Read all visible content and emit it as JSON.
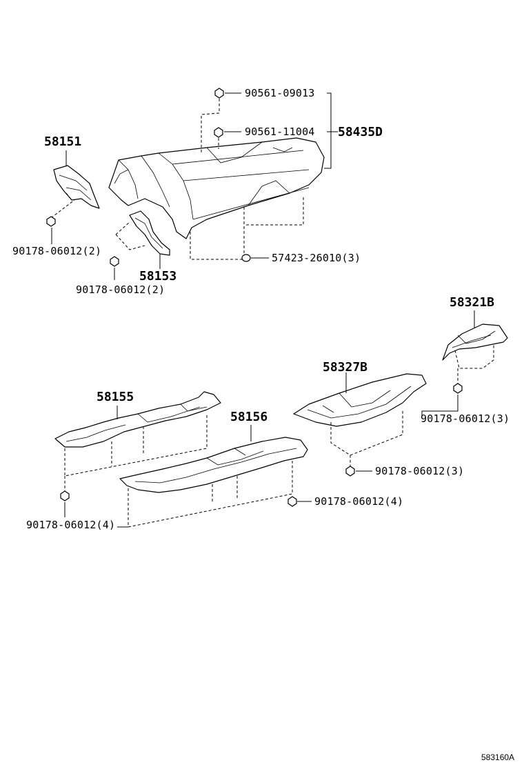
{
  "labels": {
    "p90561_09013": "90561-09013",
    "p90561_11004": "90561-11004",
    "p58435D": "58435D",
    "p58151": "58151",
    "p90178_06012_2a": "90178-06012(2)",
    "p58153": "58153",
    "p90178_06012_2b": "90178-06012(2)",
    "p57423_26010": "57423-26010(3)",
    "p58321B": "58321B",
    "p58327B": "58327B",
    "p90178_06012_3a": "90178-06012(3)",
    "p58155": "58155",
    "p58156": "58156",
    "p90178_06012_3b": "90178-06012(3)",
    "p90178_06012_4a": "90178-06012(4)",
    "p90178_06012_4b": "90178-06012(4)"
  },
  "figure_id": "583160A"
}
